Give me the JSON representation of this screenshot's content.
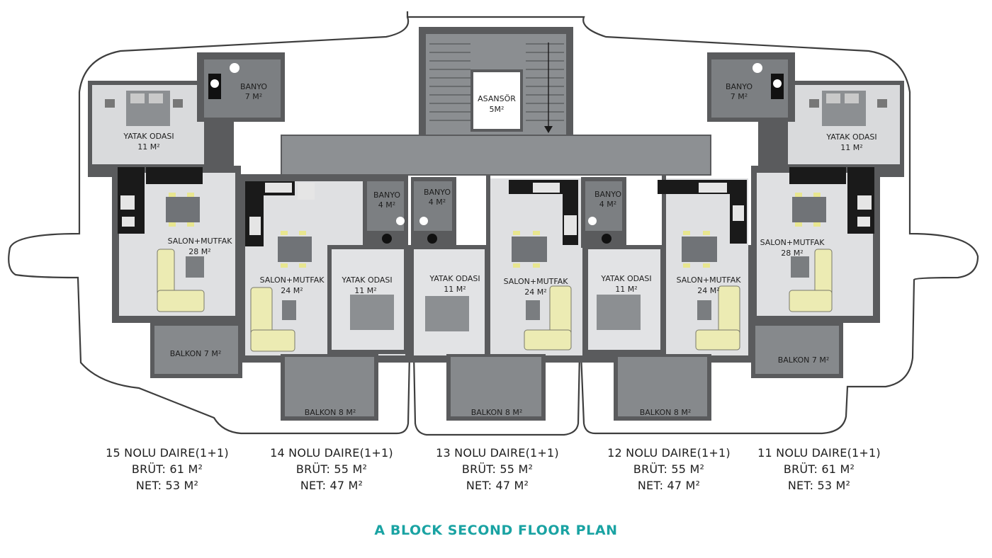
{
  "colors": {
    "wall": "#5a5b5d",
    "floor": "#dcdddf",
    "dark_floor": "#86898c",
    "outline": "#3e3e3e",
    "sofa": "#ecebb3",
    "title_accent": "#1aa3a3"
  },
  "core": {
    "elevator": {
      "name": "ASANSÖR",
      "area": "5M²"
    }
  },
  "rooms": {
    "u15": {
      "bath_name": "BANYO",
      "bath_area": "7 M²",
      "bed_name": "YATAK ODASI",
      "bed_area": "11 M²",
      "living_name": "SALON+MUTFAK",
      "living_area": "28 M²",
      "balcony": "BALKON 7 M²"
    },
    "u14": {
      "bath_name": "BANYO",
      "bath_area": "4 M²",
      "living_name": "SALON+MUTFAK",
      "living_area": "24 M²",
      "bed_name": "YATAK ODASI",
      "bed_area": "11 M²",
      "balcony": "BALKON 8 M²"
    },
    "u13": {
      "bath_name": "BANYO",
      "bath_area": "4 M²",
      "bed_name": "YATAK ODASI",
      "bed_area": "11 M²",
      "living_name": "SALON+MUTFAK",
      "living_area": "24 M²",
      "balcony": "BALKON 8 M²"
    },
    "u12": {
      "bath_name": "BANYO",
      "bath_area": "4 M²",
      "bed_name": "YATAK ODASI",
      "bed_area": "11 M²",
      "living_name": "SALON+MUTFAK",
      "living_area": "24 M²",
      "balcony": "BALKON 8 M²"
    },
    "u11": {
      "bath_name": "BANYO",
      "bath_area": "7 M²",
      "bed_name": "YATAK ODASI",
      "bed_area": "11 M²",
      "living_name": "SALON+MUTFAK",
      "living_area": "28 M²",
      "balcony": "BALKON 7 M²"
    }
  },
  "units": [
    {
      "name": "15 NOLU DAIRE(1+1)",
      "gross": "BRÜT: 61 M²",
      "net": "NET: 53 M²"
    },
    {
      "name": "14 NOLU DAIRE(1+1)",
      "gross": "BRÜT: 55 M²",
      "net": "NET: 47 M²"
    },
    {
      "name": "13 NOLU DAIRE(1+1)",
      "gross": "BRÜT: 55 M²",
      "net": "NET: 47 M²"
    },
    {
      "name": "12 NOLU DAIRE(1+1)",
      "gross": "BRÜT: 55 M²",
      "net": "NET: 47 M²"
    },
    {
      "name": "11 NOLU DAIRE(1+1)",
      "gross": "BRÜT: 61 M²",
      "net": "NET: 53 M²"
    }
  ],
  "plan_title": "A BLOCK SECOND FLOOR PLAN"
}
